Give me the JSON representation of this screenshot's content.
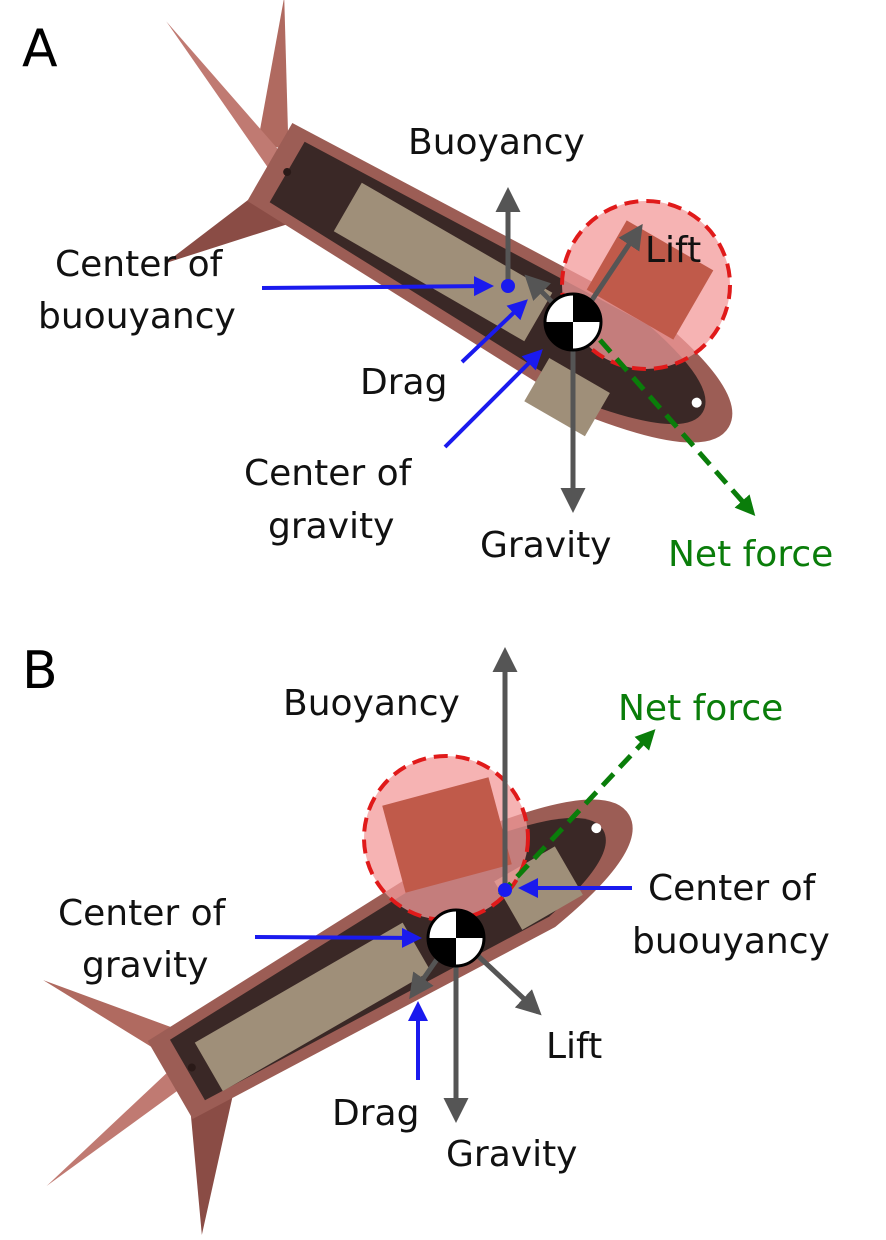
{
  "panels": [
    {
      "letter": "A",
      "labels": {
        "buoyancy": "Buoyancy",
        "lift": "Lift",
        "center_of_buoyancy_line1": "Center of",
        "center_of_buoyancy_line2": "buouyancy",
        "drag": "Drag",
        "center_of_gravity_line1": "Center of",
        "center_of_gravity_line2": "gravity",
        "gravity": "Gravity",
        "net_force": "Net force"
      }
    },
    {
      "letter": "B",
      "labels": {
        "buoyancy": "Buoyancy",
        "net_force": "Net force",
        "center_of_gravity_line1": "Center of",
        "center_of_gravity_line2": "gravity",
        "center_of_buoyancy_line1": "Center of",
        "center_of_buoyancy_line2": "buouyancy",
        "lift": "Lift",
        "drag": "Drag",
        "gravity": "Gravity"
      }
    }
  ],
  "colors": {
    "hull": "#9c5d55",
    "hull_dark": "#3a2826",
    "fin": "#b06a60",
    "component": "#9f8f79",
    "float_box": "#c05a4a",
    "float_circle": "#f39a9a",
    "float_outline": "#e01a1a",
    "force_arrow": "#555555",
    "pointer_arrow": "#1a1aee",
    "net_force": "#0a7d0a"
  }
}
